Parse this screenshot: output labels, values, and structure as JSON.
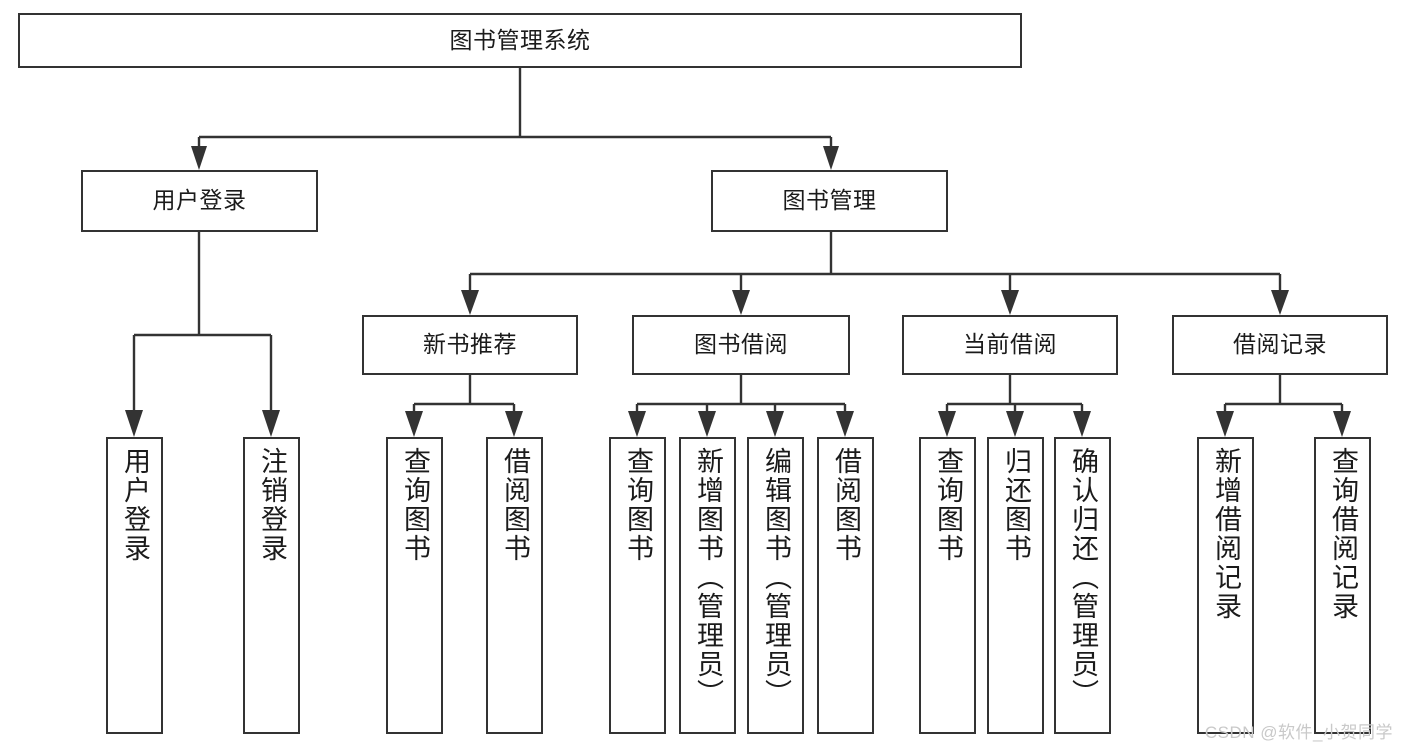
{
  "diagram": {
    "type": "tree-hierarchy-chart",
    "title": "图书管理系统",
    "watermark": "CSDN @软件_小贺同学",
    "colors": {
      "box_border": "#333333",
      "box_fill": "#ffffff",
      "connector": "#333333",
      "text": "#1b1b1b",
      "watermark": "#c9c9c9"
    },
    "root": {
      "label": "图书管理系统"
    },
    "level2": [
      {
        "id": "user-login",
        "label": "用户登录"
      },
      {
        "id": "book-manage",
        "label": "图书管理"
      }
    ],
    "level3": [
      {
        "id": "new-book-recommend",
        "label": "新书推荐"
      },
      {
        "id": "book-borrow",
        "label": "图书借阅"
      },
      {
        "id": "current-borrow",
        "label": "当前借阅"
      },
      {
        "id": "borrow-record",
        "label": "借阅记录"
      }
    ],
    "leaves": {
      "user_login": [
        {
          "id": "leaf-user-login",
          "label": "用户登录"
        },
        {
          "id": "leaf-user-logout",
          "label": "注销登录"
        }
      ],
      "new_book_recommend": [
        {
          "id": "leaf-query-book-1",
          "label": "查询图书"
        },
        {
          "id": "leaf-borrow-book-1",
          "label": "借阅图书"
        }
      ],
      "book_borrow": [
        {
          "id": "leaf-query-book-2",
          "label": "查询图书"
        },
        {
          "id": "leaf-add-book",
          "label": "新增图书（管理员）"
        },
        {
          "id": "leaf-edit-book",
          "label": "编辑图书（管理员）"
        },
        {
          "id": "leaf-borrow-book-2",
          "label": "借阅图书"
        }
      ],
      "current_borrow": [
        {
          "id": "leaf-query-book-3",
          "label": "查询图书"
        },
        {
          "id": "leaf-return-book",
          "label": "归还图书"
        },
        {
          "id": "leaf-confirm-return",
          "label": "确认归还（管理员）"
        }
      ],
      "borrow_record": [
        {
          "id": "leaf-add-record",
          "label": "新增借阅记录"
        },
        {
          "id": "leaf-query-record",
          "label": "查询借阅记录"
        }
      ]
    }
  }
}
